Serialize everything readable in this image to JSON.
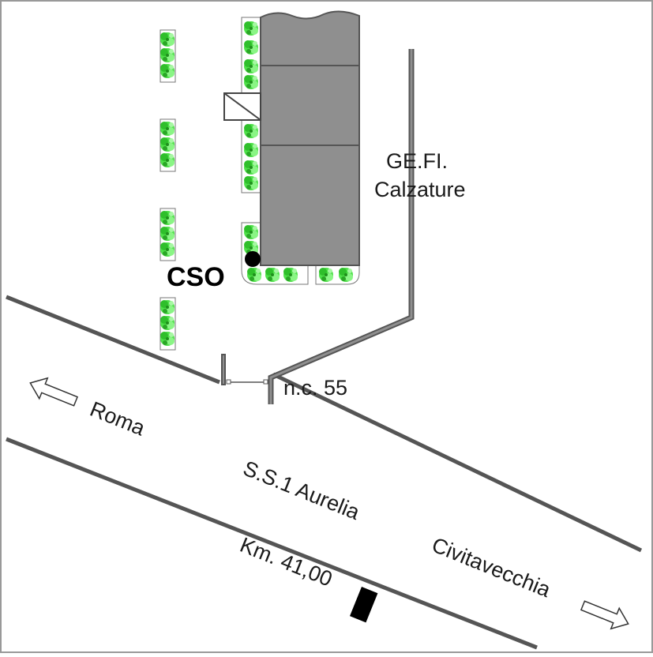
{
  "labels": {
    "building": [
      "GE.FI.",
      "Calzature"
    ],
    "point": "CSO",
    "civic": "n.c. 55",
    "road": "S.S.1 Aurelia",
    "km": "Km. 41,00",
    "west": "Roma",
    "east": "Civitavecchia"
  },
  "colors": {
    "building": "#8f8f8f",
    "road_line": "#555555",
    "hedge": "#3fd83a",
    "marker": "#000000"
  },
  "icons": [
    "arrow-left-icon",
    "arrow-right-icon",
    "cso-marker-icon",
    "km-marker-icon"
  ]
}
